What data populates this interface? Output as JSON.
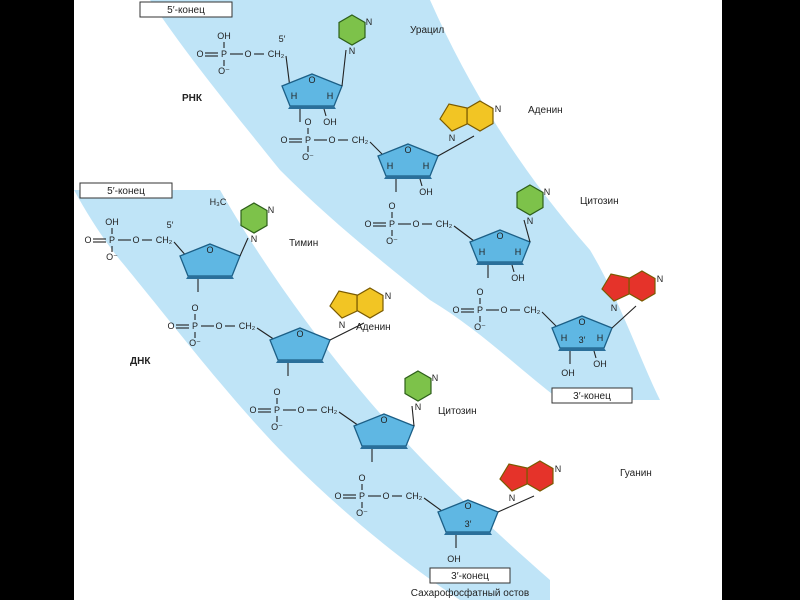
{
  "labels": {
    "rna": "РНК",
    "dna": "ДНК",
    "five_end": "5′-конец",
    "three_end": "3′-конец",
    "backbone": "Сахарофосфатный остов",
    "prime5": "5′",
    "prime3": "3′"
  },
  "bases": {
    "uracil": "Урацил",
    "adenine": "Аденин",
    "cytosine": "Цитозин",
    "thymine": "Тимин",
    "guanine": "Гуанин"
  },
  "atoms": {
    "O": "O",
    "OH": "OH",
    "O_minus": "O⁻",
    "P": "P",
    "CH2": "CH₂",
    "H": "H",
    "N": "N",
    "CH3": "H₃C"
  },
  "colors": {
    "band": "#bfe4f7",
    "sugar": "#5fb7e3",
    "pyrimidine": "#7dc24a",
    "purine_yellow": "#f2c524",
    "purine_red": "#e5332a"
  }
}
